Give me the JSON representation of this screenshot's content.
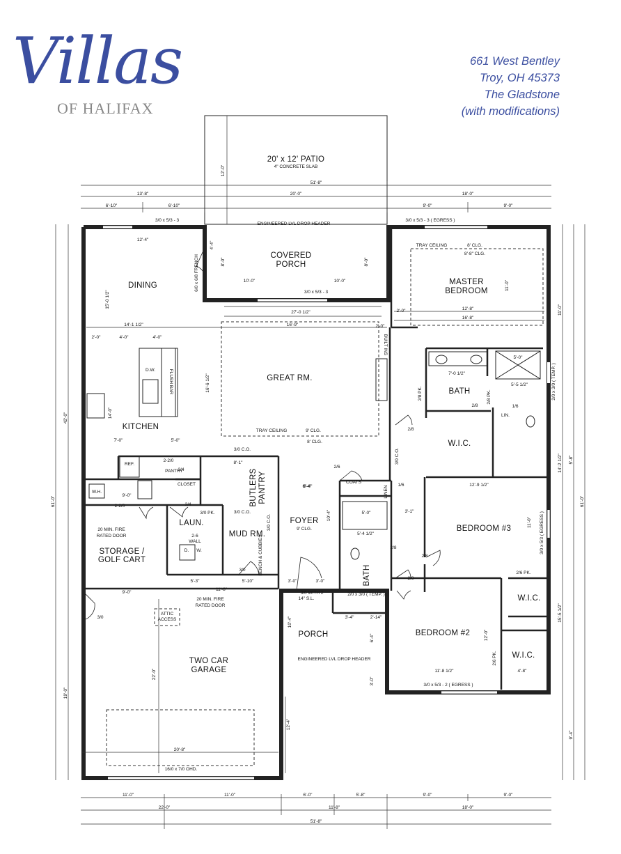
{
  "logo": {
    "main": "Villas",
    "sub": "OF HALIFAX"
  },
  "address": {
    "line1": "661 West Bentley",
    "line2": "Troy, OH 45373",
    "line3": "The Gladstone",
    "line4": "(with modifications)"
  },
  "rooms": {
    "patio": "20' x 12' PATIO",
    "patio_note": "4\" CONCRETE SLAB",
    "covered_porch_1": "COVERED",
    "covered_porch_2": "PORCH",
    "dining": "DINING",
    "master_1": "MASTER",
    "master_2": "BEDROOM",
    "great_rm": "GREAT RM.",
    "kitchen": "KITCHEN",
    "bath_master": "BATH",
    "wic_master": "W.I.C.",
    "butlers_1": "BUTLERS",
    "butlers_2": "PANTRY",
    "pantry": "PANTRY",
    "closet": "CLOSET",
    "laun": "LAUN.",
    "mud_rm": "MUD RM.",
    "foyer": "FOYER",
    "bedroom3": "BEDROOM #3",
    "storage_1": "STORAGE /",
    "storage_2": "GOLF CART",
    "bath_hall": "BATH",
    "wic_b2_a": "W.I.C.",
    "wic_b2_b": "W.I.C.",
    "bedroom2": "BEDROOM #2",
    "porch": "PORCH",
    "garage_1": "TWO CAR",
    "garage_2": "GARAGE",
    "attic_1": "ATTIC",
    "attic_2": "ACCESS",
    "coats": "COATS",
    "linen": "LINEN",
    "built_ins": "BUILT INS",
    "bench": "BENCH & CUBBIES",
    "dw": "D.W.",
    "flush_bar": "FLUSH BAR",
    "ref": "REF.",
    "wh": "W.H.",
    "d": "D.",
    "w": "W.",
    "lin": "LIN."
  },
  "notes": {
    "lvl_header_top": "ENGINEERED LVL DROP HEADER",
    "lvl_header_porch": "ENGINEERED LVL DROP HEADER",
    "win_dining": "3/0 x 5/3 - 3",
    "win_master": "3/0 x 5/3 - 3 ( EGRESS )",
    "win_porch": "3/0 x 5/3 - 3",
    "win_b2": "3/0 x 5/3 - 2 ( EGRESS )",
    "win_b3": "3/0 x 5/3 ( EGRESS )",
    "win_bath": "2/0 x 3/0 ( TEMP. )",
    "win_hall_bath": "2/0 x 3/0 ( TEMP. )",
    "garage_door": "16/0 x 7/0 OHD.",
    "fire_door_1a": "20 MIN. FIRE",
    "fire_door_1b": "RATED DOOR",
    "fire_door_2a": "20 MIN. FIRE",
    "fire_door_2b": "RATED DOOR",
    "tray_master": "TRAY CEILING",
    "master_clg1": "8' CLG.",
    "master_clg2": "8'-8\" CLG.",
    "tray_great": "TRAY CEILING",
    "great_clg1": "9' CLG.",
    "great_clg2": "8' CLG.",
    "foyer_clg": "9' CLG.",
    "sidelite_a": "3/0 WITH 2",
    "sidelite_b": "14\" S.L.",
    "french": "6/0 x 6/8 FRENCH",
    "wall_a": "2-6",
    "wall_b": "WALL",
    "co1": "3/0 C.O.",
    "co2": "3/0 C.O.",
    "co3": "3/0 C.O.",
    "co4": "3/0 C.O.",
    "door_28pk_a": "2/8 PK.",
    "door_28pk_b": "2/8 PK.",
    "door_30pk": "3/0 PK.",
    "door_26pk": "2/6 PK.",
    "door_26pk_b": "2/6 PK.",
    "door_16": "1/6",
    "door_16b": "1/6",
    "door_28a": "2/8",
    "door_28b": "2/8",
    "door_28c": "2/8",
    "door_28d": "2/8",
    "door_28e": "2/8",
    "door_26": "2/6",
    "door_24a": "2/4",
    "door_24b": "2/4",
    "door_30": "3/0",
    "door_30b": "3/0",
    "door_220a": "2-2/0",
    "door_220b": "2-2/0"
  },
  "dimensions": {
    "top_overall": "51'-8\"",
    "top_left": "13'-8\"",
    "top_mid": "20'-0\"",
    "top_right": "18'-0\"",
    "top_l1": "6'-10\"",
    "top_l2": "6'-10\"",
    "top_r1": "9'-0\"",
    "top_r2": "9'-0\"",
    "bottom_overall": "51'-8\"",
    "bottom_left": "22'-0\"",
    "bottom_mid": "11'-8\"",
    "bottom_right": "18'-0\"",
    "bottom_b1": "11'-0\"",
    "bottom_b2": "11'-0\"",
    "bottom_b3": "6'-0\"",
    "bottom_b4": "5'-8\"",
    "bottom_b5": "9'-0\"",
    "bottom_b6": "9'-0\"",
    "left_overall": "61'-0\"",
    "left_upper": "42'-0\"",
    "left_lower": "19'-0\"",
    "right_overall": "61'-0\"",
    "right_1": "11'-0\"",
    "right_2": "14'-2 1/2\"",
    "right_3": "15'-5 1/2\"",
    "right_4": "9'-4\"",
    "right_5": "5'-8\"",
    "patio_depth": "12'-0\"",
    "dining_w": "12'-4\"",
    "dining_d": "15'-0 1/2\"",
    "porch_w1": "10'-0\"",
    "porch_w2": "10'-0\"",
    "porch_d": "8'-0\"",
    "porch_l": "4'-4\"",
    "porch_l2": "8'-0\"",
    "great_w": "27'-0 1/2\"",
    "great_w2": "16'-9\"",
    "great_d": "16'-6 1/2\"",
    "master_w": "12'-8\"",
    "master_w2": "16'-8\"",
    "master_d": "11'-0\"",
    "kitchen_w": "14'-1 1/2\"",
    "kitchen_d": "14'-0\"",
    "garage_d": "22'-0\"",
    "garage_w": "20'-8\"",
    "bed3_w": "12'-9 1/2\"",
    "bed3_d": "11'-0\"",
    "bed2_w": "11'-8 1/2\"",
    "bed2_d": "12'-0\"",
    "foyer_w": "6'-4\"",
    "foyer_d": "10'-4\"",
    "laun_w": "5'-3\"",
    "mud_w": "5'-10\"",
    "storage_w": "9'-0\"",
    "garage_front": "12'-4\"",
    "garage_mid": "11'-8\"",
    "bath_w": "5'-0\"",
    "bath_d": "5'-4 1/2\"",
    "wic_w": "7'-0 1/2\"",
    "shower": "5'-0\"",
    "shower2": "5'-5 1/2\"",
    "porch_front1": "3'-4\"",
    "porch_front2": "2'-14\"",
    "porch_d2": "10'-4\"",
    "porch_d3": "6'-4\"",
    "porch_d4": "3'-0\"",
    "stub1": "2'-0\"",
    "stub2": "4'-0\"",
    "stub3": "4'-0\"",
    "stub4": "7'-0\"",
    "stub5": "5'-0\"",
    "stub6": "9'-0\"",
    "stub7": "2'-0\"",
    "stub8": "2'-0\"",
    "stub9": "3'-0\"",
    "stub10": "3'-0\"",
    "stub11": "4'-8\"",
    "stub12": "3'-1\"",
    "stub13": "8'-1\"",
    "stub14": "6'-4\""
  }
}
